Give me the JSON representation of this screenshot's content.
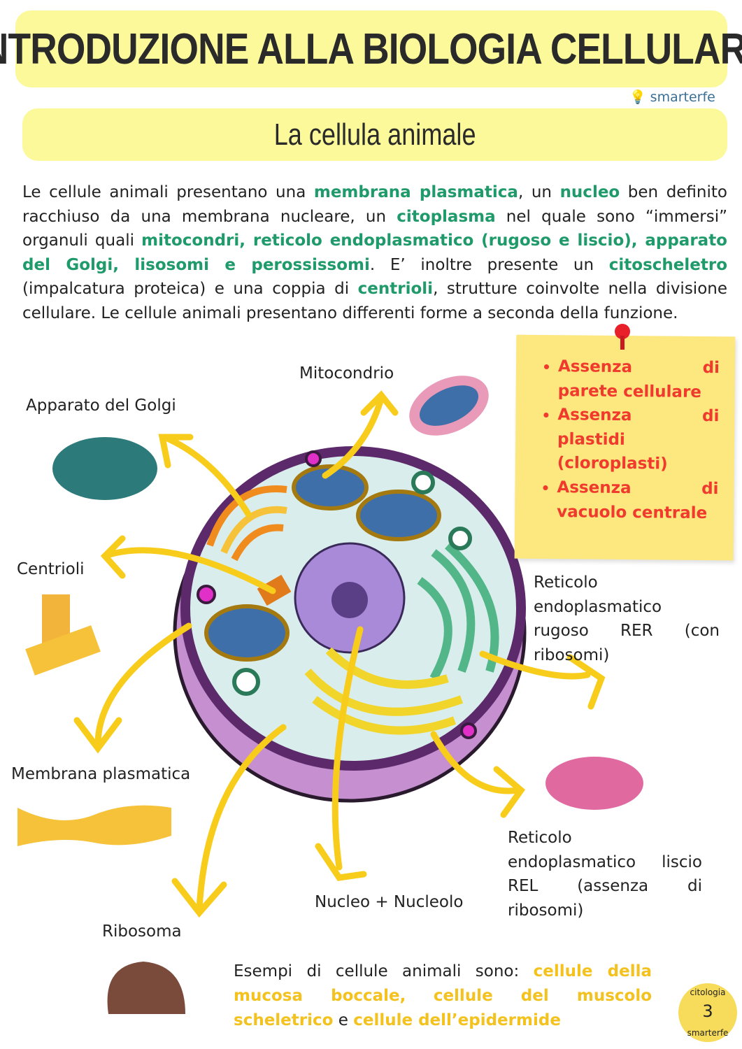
{
  "title": "INTRODUZIONE ALLA BIOLOGIA CELLULARE",
  "brand": "smarterfe",
  "subtitle": "La cellula animale",
  "intro": [
    {
      "t": "Le cellule animali presentano una "
    },
    {
      "t": "membrana plasmatica",
      "b": 1
    },
    {
      "t": ", un "
    },
    {
      "t": "nucleo",
      "b": 1
    },
    {
      "t": " ben definito racchiuso da una membrana nucleare,  un "
    },
    {
      "t": "citoplasma",
      "b": 1
    },
    {
      "t": " nel quale sono “immersi” organuli quali "
    },
    {
      "t": "mitocondri, reticolo endoplasmatico (rugoso e liscio), apparato del Golgi, lisosomi e perossissomi",
      "b": 1
    },
    {
      "t": ". E’ inoltre presente un "
    },
    {
      "t": "citoscheletro",
      "b": 1
    },
    {
      "t": " (impalcatura proteica) e una coppia di "
    },
    {
      "t": "centrioli",
      "b": 1
    },
    {
      "t": ", strutture coinvolte nella divisione cellulare. Le cellule animali presentano differenti forme a seconda della funzione."
    }
  ],
  "note": [
    "Assenza di parete cellulare",
    "Assenza di plastidi (cloroplasti)",
    "Assenza di vacuolo centrale"
  ],
  "labels": {
    "mitocondrio": "Mitocondrio",
    "golgi": "Apparato del Golgi",
    "centrioli": "Centrioli",
    "membrana": "Membrana plasmatica",
    "ribosoma": "Ribosoma",
    "nucleo": "Nucleo + Nucleolo",
    "rer": "Reticolo endoplasmatico rugoso RER (con ribosomi)",
    "rel": "Reticolo endoplasmatico liscio REL (assenza di ribosomi)"
  },
  "examples": [
    {
      "t": "Esempi di cellule animali sono: "
    },
    {
      "t": "cellule della mucosa boccale,",
      "b": 1
    },
    {
      "t": " "
    },
    {
      "t": "cellule del muscolo scheletrico",
      "b": 1
    },
    {
      "t": " e "
    },
    {
      "t": "cellule dell’epidermide",
      "b": 1
    }
  ],
  "badge": {
    "top": "citologia",
    "number": "3",
    "bottom": "smarterfe"
  },
  "colors": {
    "banner": "#fbf99a",
    "green": "#1f9a6a",
    "red": "#f03a2d",
    "yellow": "#f4c21e",
    "note": "#fde77f"
  }
}
